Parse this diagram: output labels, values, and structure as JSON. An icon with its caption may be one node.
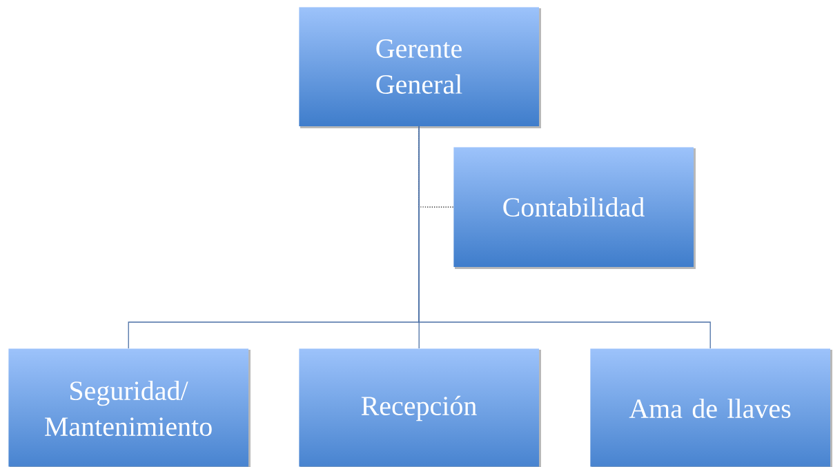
{
  "diagram": {
    "nodes": [
      {
        "text": [
          "Gerente General"
        ]
      },
      {
        "text": [
          "Contabilidad"
        ]
      },
      {
        "text": [
          "Seguridad/ Mantenimiento"
        ]
      },
      {
        "text": [
          "Recepción"
        ]
      },
      {
        "text": [
          "Ama de llaves"
        ]
      }
    ],
    "edges": [
      {
        "from": 0,
        "to": 1,
        "arrow": "none",
        "style": "dashed",
        "color": "#000000"
      },
      {
        "from": 0,
        "to": 2,
        "arrow": "none"
      },
      {
        "from": 0,
        "to": 3,
        "arrow": "none"
      },
      {
        "from": 0,
        "to": 4,
        "arrow": "none"
      }
    ]
  }
}
